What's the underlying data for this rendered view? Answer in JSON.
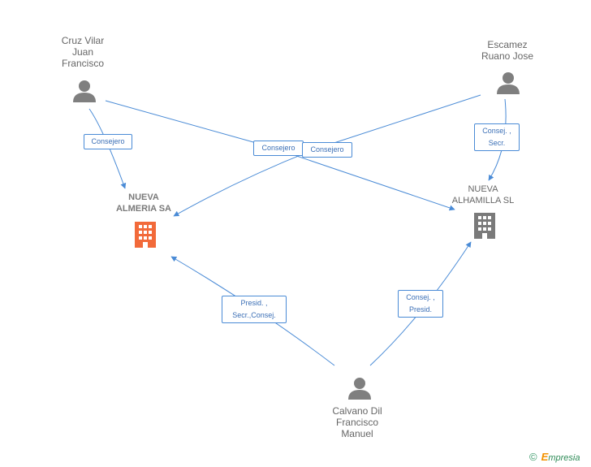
{
  "colors": {
    "edge": "#4a8bd6",
    "person": "#7f7f7f",
    "company_main": "#f26a3a",
    "company_other": "#7a7a7a"
  },
  "nodes": {
    "cruz": {
      "label": "Cruz Vilar\nJuan\nFrancisco",
      "icon": "person-icon"
    },
    "escamez": {
      "label": "Escamez\nRuano Jose",
      "icon": "person-icon"
    },
    "calvano": {
      "label": "Calvano Dil\nFrancisco\nManuel",
      "icon": "person-icon"
    },
    "nueva_almeria": {
      "label": "NUEVA\nALMERIA SA",
      "icon": "building-icon"
    },
    "nueva_alhamilla": {
      "label": "NUEVA\nALHAMILLA SL",
      "icon": "building-icon"
    }
  },
  "edges": {
    "cruz_almeria": "Consejero",
    "cruz_alhamilla": "Consejero",
    "escamez_almeria": "Consejero",
    "escamez_alhamilla": "Consej. ,\nSecr.",
    "calvano_almeria": "Presid. ,\nSecr.,Consej.",
    "calvano_alhamilla": "Consej. ,\nPresid."
  },
  "footer": {
    "copyright": "©",
    "brand_initial": "E",
    "brand_rest": "mpresia"
  }
}
